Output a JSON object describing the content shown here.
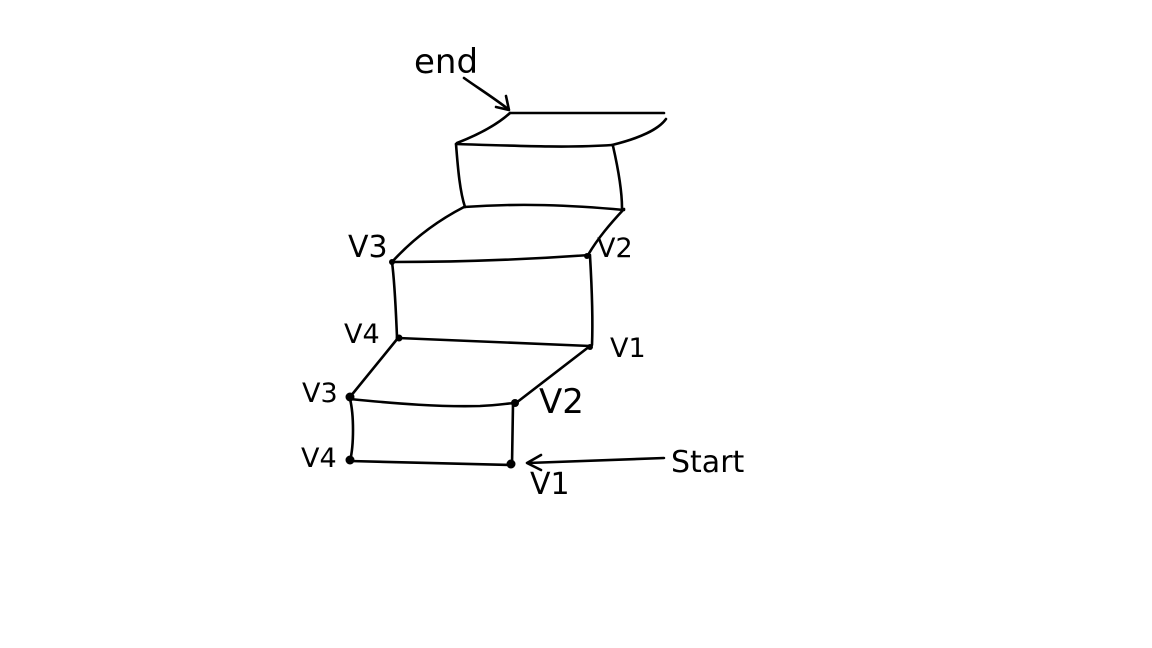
{
  "labels": {
    "end": "end",
    "start": "Start",
    "v1_bottom": "V1",
    "v2_bottom": "V2",
    "v3_bottom": "V3",
    "v4_bottom": "V4",
    "v1_upper": "V1",
    "v2_upper": "V2",
    "v3_upper": "V3",
    "v4_upper": "V4"
  },
  "colors": {
    "ink": "#000000",
    "background": "#ffffff"
  }
}
